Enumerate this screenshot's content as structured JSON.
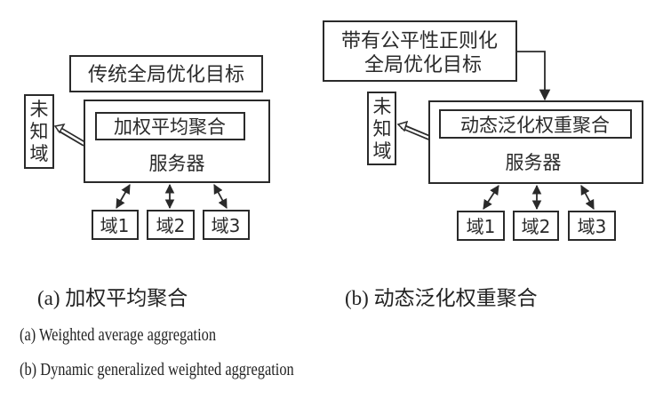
{
  "diagram_a": {
    "objective": "传统全局优化目标",
    "unknown_domain": [
      "未",
      "知",
      "域"
    ],
    "aggregation": "加权平均聚合",
    "server": "服务器",
    "domains": [
      "域1",
      "域2",
      "域3"
    ]
  },
  "diagram_b": {
    "objective_line1": "带有公平性正则化",
    "objective_line2": "全局优化目标",
    "unknown_domain": [
      "未",
      "知",
      "域"
    ],
    "aggregation": "动态泛化权重聚合",
    "server": "服务器",
    "domains": [
      "域1",
      "域2",
      "域3"
    ]
  },
  "captions": {
    "a_cn": "(a) 加权平均聚合",
    "b_cn": "(b) 动态泛化权重聚合",
    "a_en": "(a) Weighted average aggregation",
    "b_en": "(b) Dynamic generalized weighted aggregation"
  }
}
